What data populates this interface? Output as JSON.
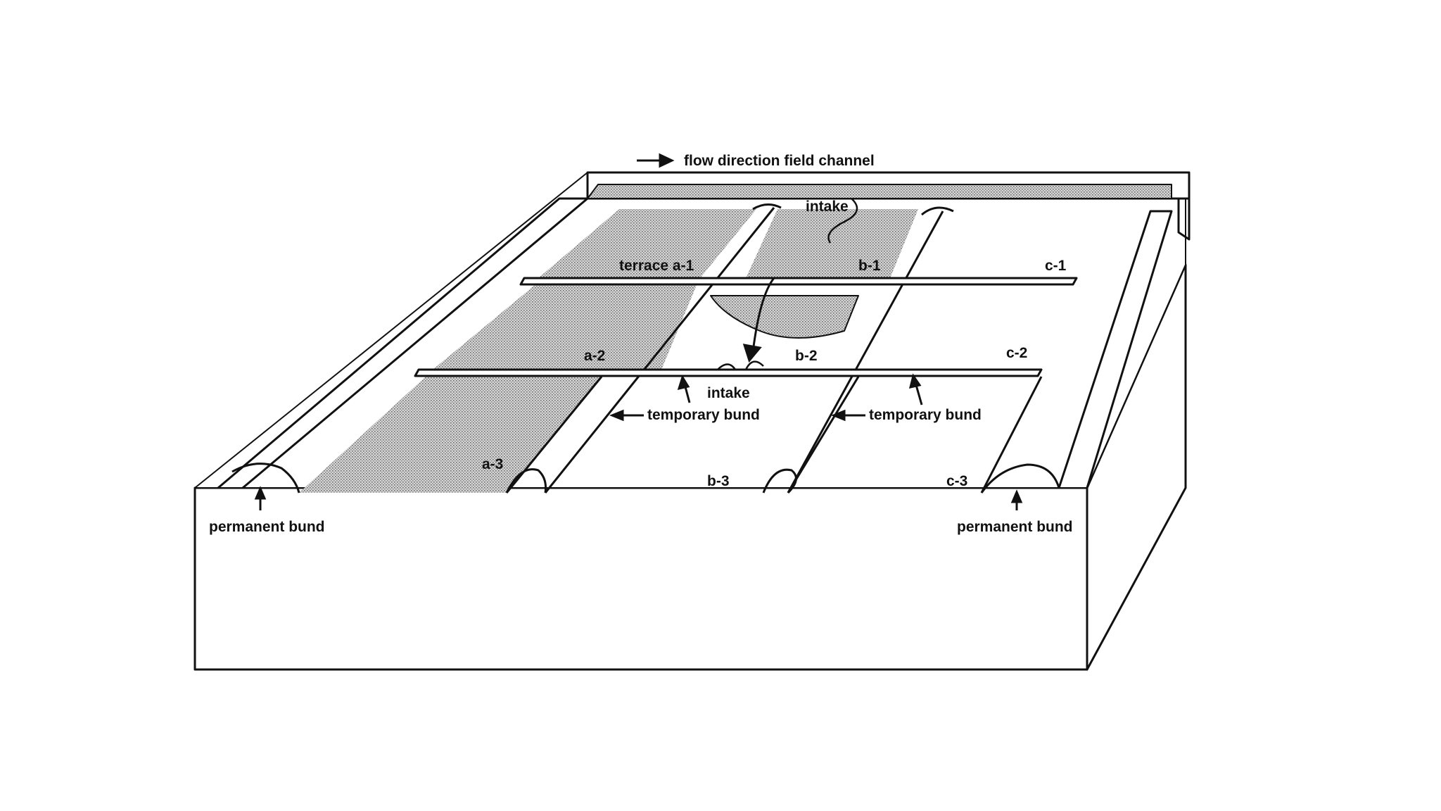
{
  "colors": {
    "ink": "#111111",
    "flooded_fill": "#bdbdbd",
    "dry_fill": "#ffffff"
  },
  "labels": {
    "flow_channel": "flow direction field channel",
    "intake_top": "intake",
    "intake_mid": "intake",
    "terrace_a1": "terrace a-1",
    "b1": "b-1",
    "c1": "c-1",
    "a2": "a-2",
    "b2": "b-2",
    "c2": "c-2",
    "a3": "a-3",
    "b3": "b-3",
    "c3": "c-3",
    "temp_bund_left": "temporary bund",
    "temp_bund_right": "temporary bund",
    "perm_bund_left": "permanent bund",
    "perm_bund_right": "permanent bund"
  }
}
